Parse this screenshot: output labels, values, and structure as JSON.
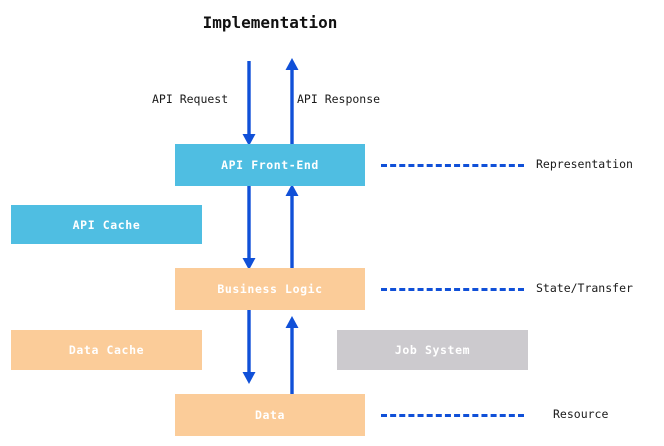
{
  "diagram": {
    "title": "Implementation",
    "colors": {
      "blue_box": "#4FBEE2",
      "peach_box": "#FBCC99",
      "gray_box": "#CCCACE",
      "arrow_blue": "#1050D8",
      "box_text": "#FFFFFF",
      "label_text": "#1A1A1A",
      "background": "#FFFFFF"
    },
    "nodes": [
      {
        "id": "api-front-end",
        "label": "API Front-End",
        "color": "#4FBEE2",
        "column": "center",
        "row": 1
      },
      {
        "id": "api-cache",
        "label": "API Cache",
        "color": "#4FBEE2",
        "column": "left",
        "row": 1
      },
      {
        "id": "business-logic",
        "label": "Business Logic",
        "color": "#FBCC99",
        "column": "center",
        "row": 2
      },
      {
        "id": "data-cache",
        "label": "Data Cache",
        "color": "#FBCC99",
        "column": "left",
        "row": 2
      },
      {
        "id": "job-system",
        "label": "Job System",
        "color": "#CCCACE",
        "column": "right",
        "row": 2
      },
      {
        "id": "data",
        "label": "Data",
        "color": "#FBCC99",
        "column": "center",
        "row": 3
      }
    ],
    "edge_labels": [
      {
        "id": "api-request",
        "text": "API Request",
        "direction": "down"
      },
      {
        "id": "api-response",
        "text": "API Response",
        "direction": "up"
      }
    ],
    "side_labels": [
      {
        "id": "representation",
        "text": "Representation",
        "connects_to": "api-front-end"
      },
      {
        "id": "state-transfer",
        "text": "State/Transfer",
        "connects_to": "business-logic"
      },
      {
        "id": "resource",
        "text": "Resource",
        "connects_to": "data"
      }
    ],
    "arrows": [
      {
        "id": "request-in",
        "from": "external",
        "to": "api-front-end",
        "direction": "down"
      },
      {
        "id": "response-out",
        "from": "api-front-end",
        "to": "external",
        "direction": "up"
      },
      {
        "id": "frontend-to-logic",
        "from": "api-front-end",
        "to": "business-logic",
        "direction": "down"
      },
      {
        "id": "logic-to-frontend",
        "from": "business-logic",
        "to": "api-front-end",
        "direction": "up"
      },
      {
        "id": "logic-to-data",
        "from": "business-logic",
        "to": "data",
        "direction": "down"
      },
      {
        "id": "data-to-logic",
        "from": "data",
        "to": "business-logic",
        "direction": "up"
      }
    ]
  }
}
